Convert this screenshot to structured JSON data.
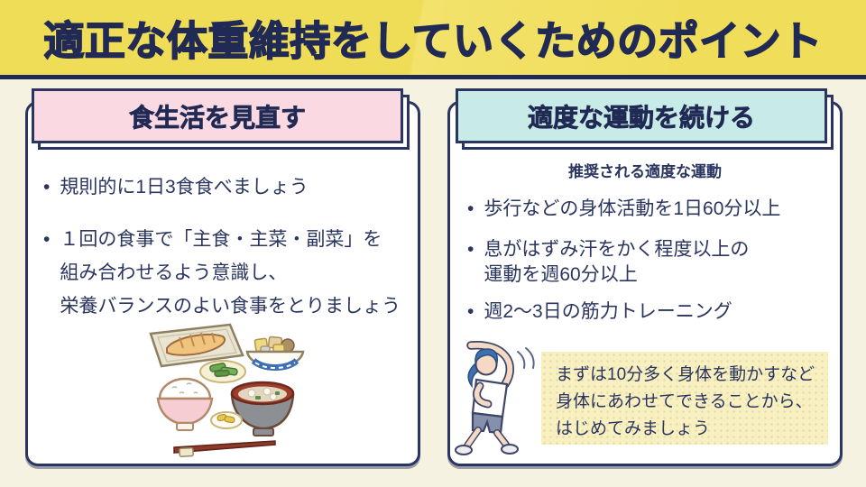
{
  "banner": {
    "title": "適正な体重維持をしていくためのポイント"
  },
  "glyphs": {
    "bullet": "•"
  },
  "colors": {
    "banner_yellow": "#F0DE5B",
    "navy": "#202A54",
    "background_cream": "#F6F2E2",
    "card_white": "#FFFFFF",
    "header_pink": "#FBD9E2",
    "header_teal": "#C8EBE7",
    "note_yellow": "#F8F0C1",
    "text_navy": "#2A3560"
  },
  "diet_card": {
    "header": "食生活を見直す",
    "bullets": [
      {
        "lines": [
          "規則的に1日3食食べましょう"
        ]
      },
      {
        "lines": [
          "１回の食事で「主食・主菜・副菜」を",
          "組み合わせるよう意識し、",
          "栄養バランスのよい食事をとりましょう"
        ]
      }
    ],
    "illustration": "japanese-meal-set"
  },
  "exercise_card": {
    "header": "適度な運動を続ける",
    "subtitle": "推奨される適度な運動",
    "bullets": [
      {
        "lines": [
          "歩行などの身体活動を1日60分以上"
        ]
      },
      {
        "lines": [
          "息がはずみ汗をかく程度以上の",
          "運動を週60分以上"
        ]
      },
      {
        "lines": [
          "週2〜3日の筋力トレーニング"
        ]
      }
    ],
    "note": {
      "lines": [
        "まずは10分多く身体を動かすなど",
        "身体にあわせてできることから、",
        "はじめてみましょう"
      ]
    },
    "illustration": "stretching-person"
  }
}
